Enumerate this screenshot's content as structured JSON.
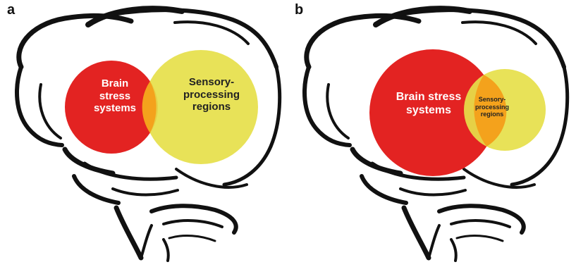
{
  "panels": [
    {
      "label": "a",
      "red_circle": {
        "text": "Brain\nstress\nsystems",
        "color": "#e32322"
      },
      "yellow_circle": {
        "text": "Sensory-\nprocessing\nregions",
        "color": "#e6e04a"
      },
      "overlap_color": "#f4a21c"
    },
    {
      "label": "b",
      "red_circle": {
        "text": "Brain stress\nsystems",
        "color": "#e32322"
      },
      "yellow_circle": {
        "text": "Sensory-\nprocessing\nregions",
        "color": "#e6e04a"
      },
      "overlap_color": "#f4a21c"
    }
  ],
  "colors": {
    "outline": "#111111",
    "background": "#ffffff"
  },
  "icons": [
    "brain-outline-icon"
  ]
}
